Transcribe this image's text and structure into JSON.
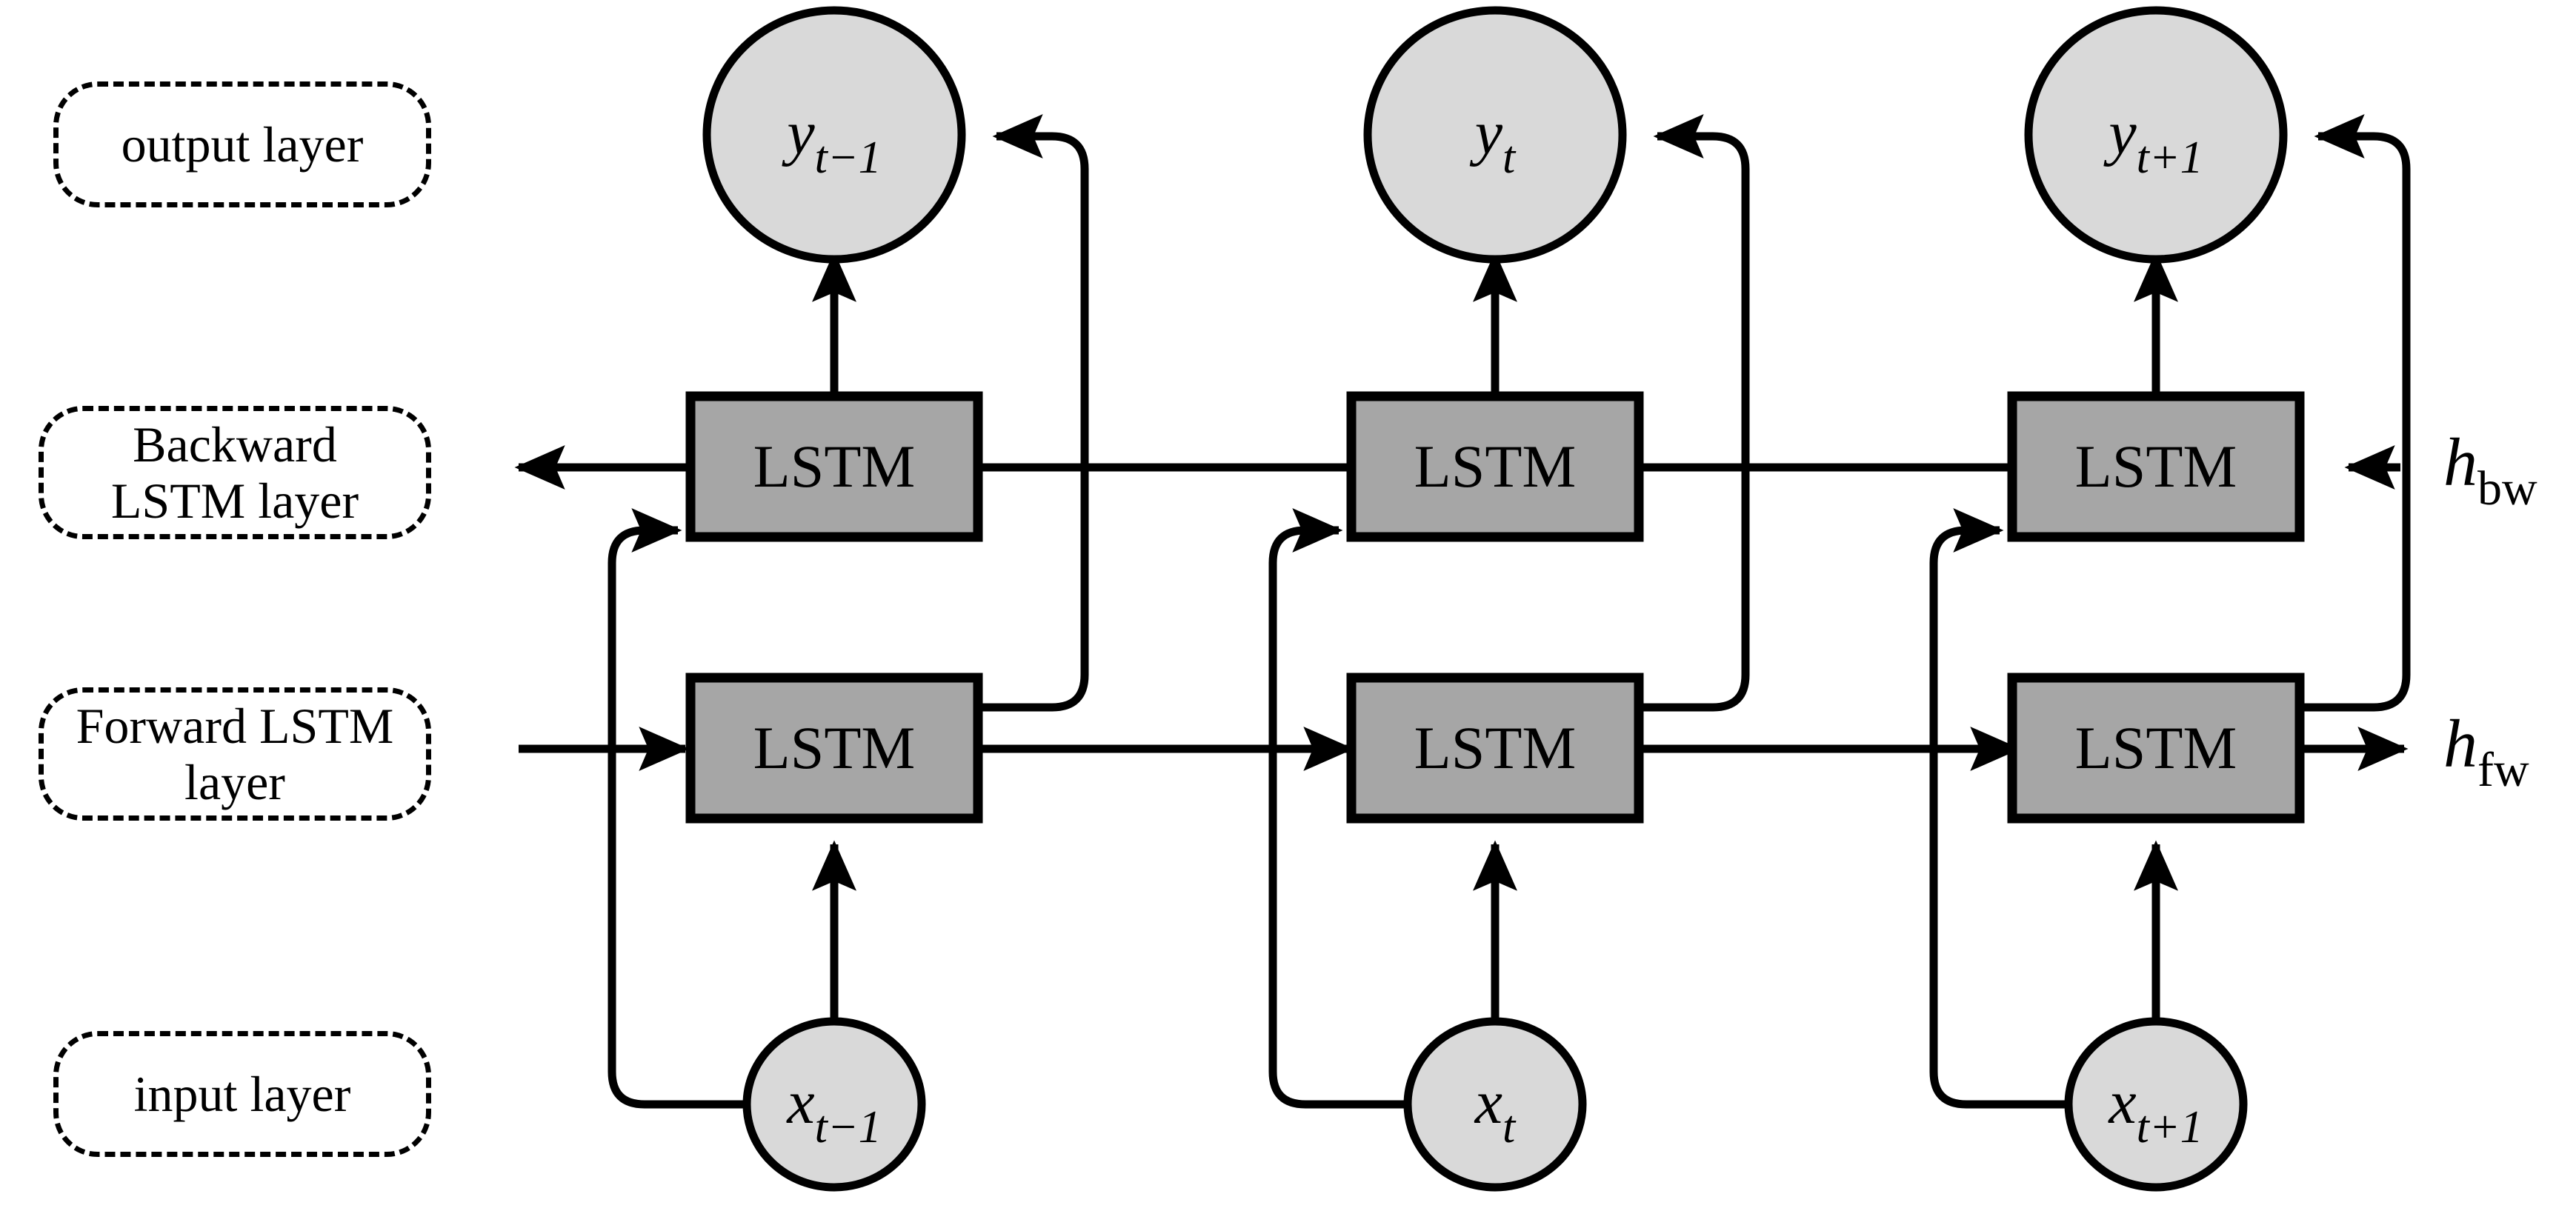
{
  "figure": {
    "type": "diagram",
    "subject": "Bidirectional LSTM (BiLSTM) unrolled network architecture",
    "background_color": "#ffffff",
    "line_color": "#000000",
    "node_fill": "#d9d9d9",
    "lstm_fill": "#a6a6a6"
  },
  "layer_labels": [
    {
      "id": "output-layer",
      "lines": [
        "output layer"
      ]
    },
    {
      "id": "backward-lstm-layer",
      "lines": [
        "Backward",
        "LSTM layer"
      ]
    },
    {
      "id": "forward-lstm-layer",
      "lines": [
        "Forward LSTM",
        "layer"
      ]
    },
    {
      "id": "input-layer",
      "lines": [
        "input layer"
      ]
    }
  ],
  "timesteps": [
    {
      "id": "t-minus-1",
      "output_node": {
        "base": "y",
        "sub": "t−1"
      },
      "backward_cell": "LSTM",
      "forward_cell": "LSTM",
      "input_node": {
        "base": "x",
        "sub": "t−1"
      }
    },
    {
      "id": "t",
      "output_node": {
        "base": "y",
        "sub": "t"
      },
      "backward_cell": "LSTM",
      "forward_cell": "LSTM",
      "input_node": {
        "base": "x",
        "sub": "t"
      }
    },
    {
      "id": "t-plus-1",
      "output_node": {
        "base": "y",
        "sub": "t+1"
      },
      "backward_cell": "LSTM",
      "forward_cell": "LSTM",
      "input_node": {
        "base": "x",
        "sub": "t+1"
      }
    }
  ],
  "state_labels": {
    "backward_hidden": {
      "base": "h",
      "sub": "bw"
    },
    "forward_hidden": {
      "base": "h",
      "sub": "fw"
    }
  }
}
